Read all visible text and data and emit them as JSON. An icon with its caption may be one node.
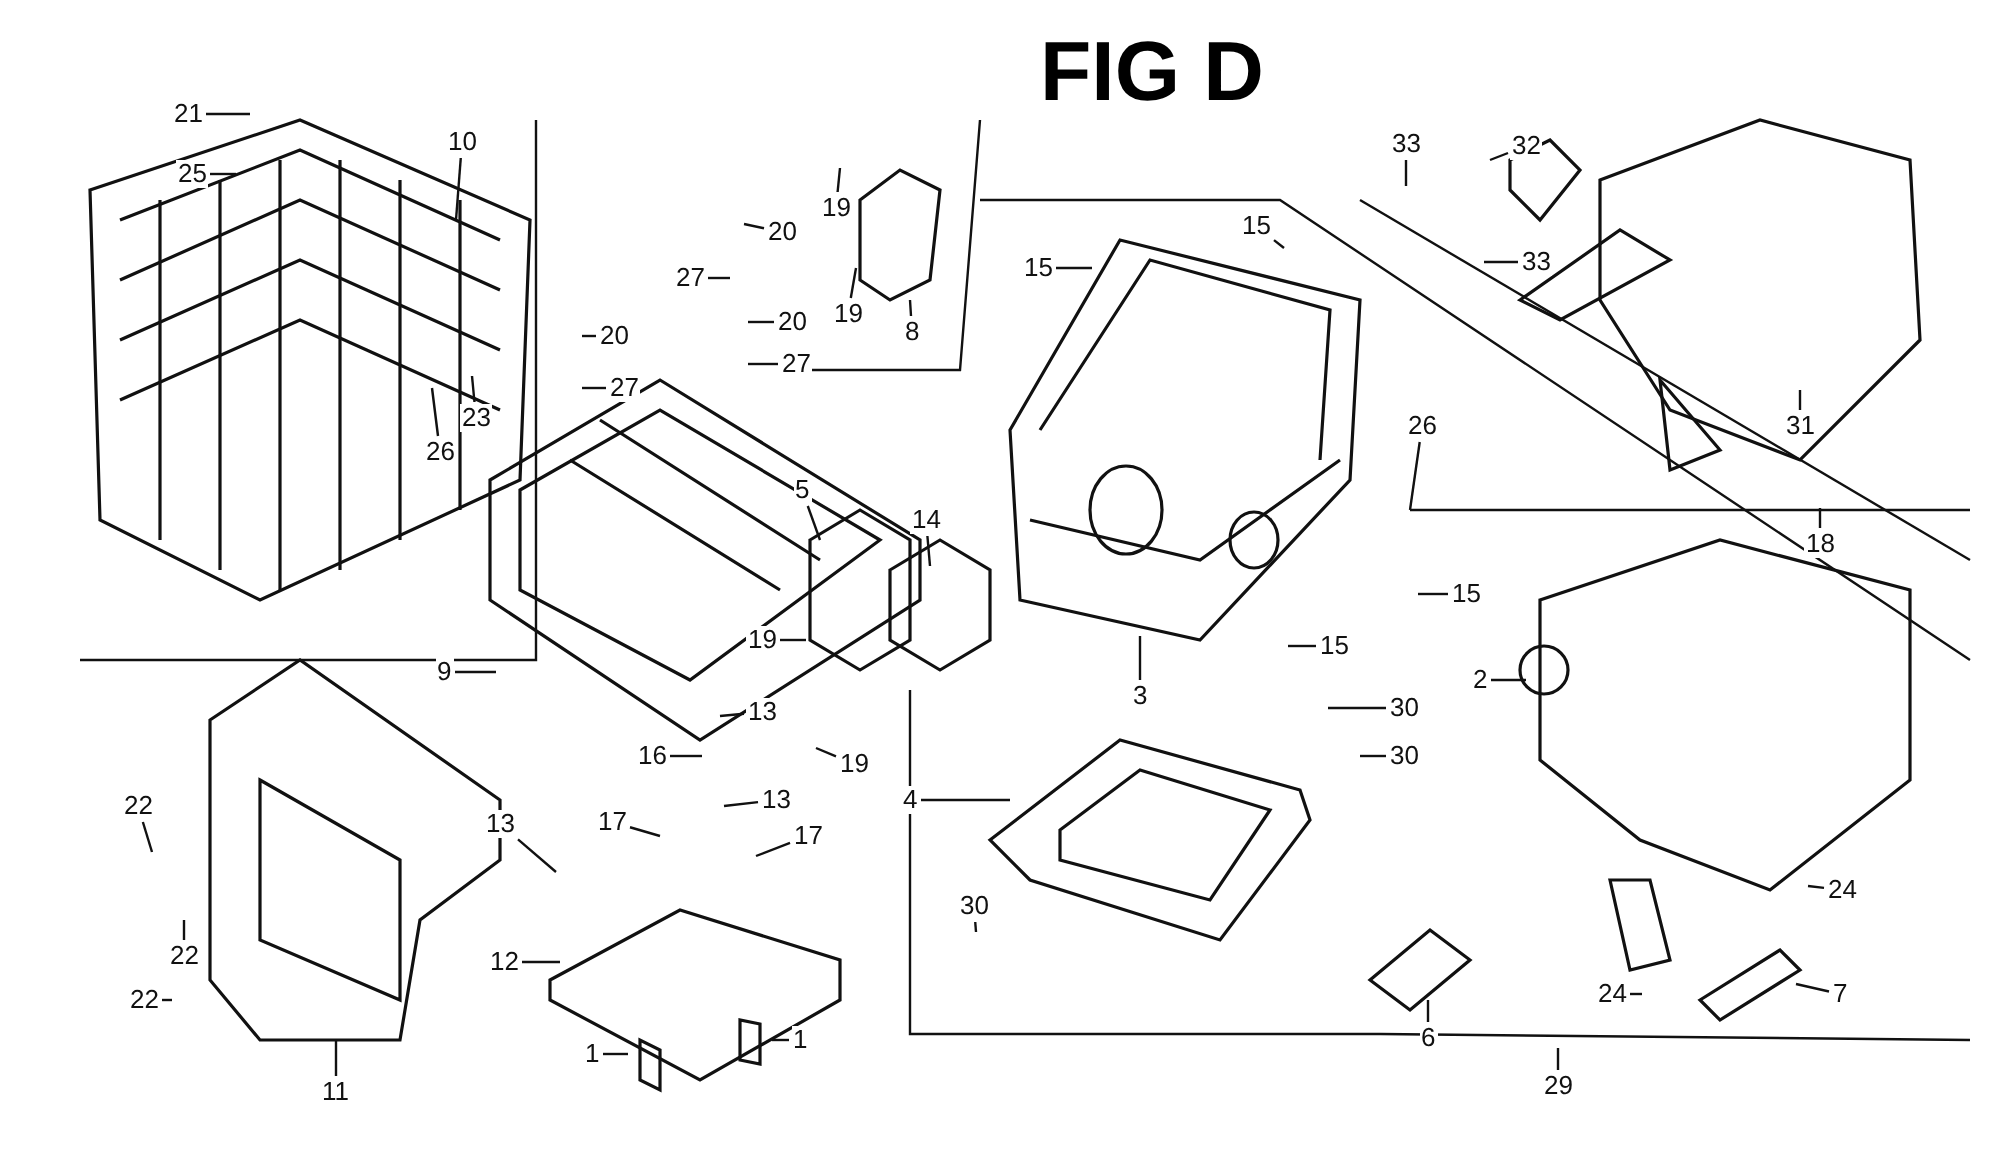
{
  "diagram": {
    "title": "FIG D",
    "nodes": [
      {
        "text": [
          "21"
        ]
      },
      {
        "text": [
          "25"
        ]
      },
      {
        "text": [
          "10"
        ]
      },
      {
        "text": [
          "33"
        ]
      },
      {
        "text": [
          "32"
        ]
      },
      {
        "text": [
          "33"
        ]
      },
      {
        "text": [
          "20"
        ]
      },
      {
        "text": [
          "19"
        ]
      },
      {
        "text": [
          "15"
        ]
      },
      {
        "text": [
          "15"
        ]
      },
      {
        "text": [
          "27"
        ]
      },
      {
        "text": [
          "19"
        ]
      },
      {
        "text": [
          "8"
        ]
      },
      {
        "text": [
          "20"
        ]
      },
      {
        "text": [
          "20"
        ]
      },
      {
        "text": [
          "27"
        ]
      },
      {
        "text": [
          "23"
        ]
      },
      {
        "text": [
          "27"
        ]
      },
      {
        "text": [
          "26"
        ]
      },
      {
        "text": [
          "26"
        ]
      },
      {
        "text": [
          "31"
        ]
      },
      {
        "text": [
          "5"
        ]
      },
      {
        "text": [
          "14"
        ]
      },
      {
        "text": [
          "18"
        ]
      },
      {
        "text": [
          "9"
        ]
      },
      {
        "text": [
          "19"
        ]
      },
      {
        "text": [
          "13"
        ]
      },
      {
        "text": [
          "15"
        ]
      },
      {
        "text": [
          "2"
        ]
      },
      {
        "text": [
          "3"
        ]
      },
      {
        "text": [
          "15"
        ]
      },
      {
        "text": [
          "19"
        ]
      },
      {
        "text": [
          "16"
        ]
      },
      {
        "text": [
          "13"
        ]
      },
      {
        "text": [
          "22"
        ]
      },
      {
        "text": [
          "30"
        ]
      },
      {
        "text": [
          "30"
        ]
      },
      {
        "text": [
          "4"
        ]
      },
      {
        "text": [
          "13"
        ]
      },
      {
        "text": [
          "17"
        ]
      },
      {
        "text": [
          "17"
        ]
      },
      {
        "text": [
          "24"
        ]
      },
      {
        "text": [
          "30"
        ]
      },
      {
        "text": [
          "12"
        ]
      },
      {
        "text": [
          "22"
        ]
      },
      {
        "text": [
          "22"
        ]
      },
      {
        "text": [
          "7"
        ]
      },
      {
        "text": [
          "24"
        ]
      },
      {
        "text": [
          "6"
        ]
      },
      {
        "text": [
          "11"
        ]
      },
      {
        "text": [
          "1"
        ]
      },
      {
        "text": [
          "1"
        ]
      },
      {
        "text": [
          "29"
        ]
      }
    ],
    "edges": [
      {
        "from": 0,
        "to": null,
        "arrow": "none"
      },
      {
        "from": 1,
        "to": null,
        "arrow": "none"
      },
      {
        "from": 2,
        "to": null,
        "arrow": "none"
      },
      {
        "from": 3,
        "to": null,
        "arrow": "none"
      },
      {
        "from": 4,
        "to": null,
        "arrow": "none"
      },
      {
        "from": 5,
        "to": null,
        "arrow": "none"
      },
      {
        "from": 6,
        "to": null,
        "arrow": "none"
      },
      {
        "from": 7,
        "to": null,
        "arrow": "none"
      },
      {
        "from": 8,
        "to": null,
        "arrow": "none"
      },
      {
        "from": 9,
        "to": null,
        "arrow": "none"
      },
      {
        "from": 10,
        "to": null,
        "arrow": "none"
      },
      {
        "from": 11,
        "to": null,
        "arrow": "none"
      },
      {
        "from": 12,
        "to": null,
        "arrow": "none"
      },
      {
        "from": 13,
        "to": null,
        "arrow": "none"
      },
      {
        "from": 14,
        "to": null,
        "arrow": "none"
      },
      {
        "from": 15,
        "to": null,
        "arrow": "none"
      },
      {
        "from": 16,
        "to": null,
        "arrow": "none"
      },
      {
        "from": 17,
        "to": null,
        "arrow": "none"
      },
      {
        "from": 18,
        "to": null,
        "arrow": "none"
      },
      {
        "from": 19,
        "to": null,
        "arrow": "none"
      },
      {
        "from": 20,
        "to": null,
        "arrow": "none"
      },
      {
        "from": 21,
        "to": null,
        "arrow": "none"
      },
      {
        "from": 22,
        "to": null,
        "arrow": "none"
      },
      {
        "from": 23,
        "to": null,
        "arrow": "none"
      },
      {
        "from": 24,
        "to": null,
        "arrow": "none"
      },
      {
        "from": 25,
        "to": null,
        "arrow": "none"
      },
      {
        "from": 26,
        "to": null,
        "arrow": "none"
      },
      {
        "from": 27,
        "to": null,
        "arrow": "none"
      },
      {
        "from": 28,
        "to": null,
        "arrow": "none"
      },
      {
        "from": 29,
        "to": null,
        "arrow": "none"
      },
      {
        "from": 30,
        "to": null,
        "arrow": "none"
      },
      {
        "from": 31,
        "to": null,
        "arrow": "none"
      },
      {
        "from": 32,
        "to": null,
        "arrow": "none"
      },
      {
        "from": 33,
        "to": null,
        "arrow": "none"
      },
      {
        "from": 34,
        "to": null,
        "arrow": "none"
      },
      {
        "from": 35,
        "to": null,
        "arrow": "none"
      },
      {
        "from": 36,
        "to": null,
        "arrow": "none"
      },
      {
        "from": 37,
        "to": null,
        "arrow": "none"
      },
      {
        "from": 38,
        "to": null,
        "arrow": "none"
      },
      {
        "from": 39,
        "to": null,
        "arrow": "none"
      },
      {
        "from": 40,
        "to": null,
        "arrow": "none"
      },
      {
        "from": 41,
        "to": null,
        "arrow": "none"
      },
      {
        "from": 42,
        "to": null,
        "arrow": "none"
      },
      {
        "from": 43,
        "to": null,
        "arrow": "none"
      },
      {
        "from": 44,
        "to": null,
        "arrow": "none"
      },
      {
        "from": 45,
        "to": null,
        "arrow": "none"
      },
      {
        "from": 46,
        "to": null,
        "arrow": "none"
      },
      {
        "from": 47,
        "to": null,
        "arrow": "none"
      },
      {
        "from": 48,
        "to": null,
        "arrow": "none"
      },
      {
        "from": 49,
        "to": null,
        "arrow": "none"
      },
      {
        "from": 50,
        "to": null,
        "arrow": "none"
      },
      {
        "from": 51,
        "to": null,
        "arrow": "none"
      },
      {
        "from": 52,
        "to": null,
        "arrow": "none"
      }
    ]
  }
}
